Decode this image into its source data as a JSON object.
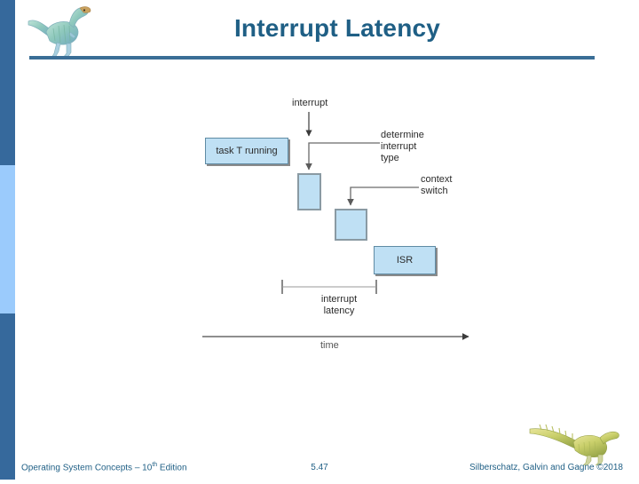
{
  "slide": {
    "title": "Interrupt Latency",
    "accent_color": "#1f5f85",
    "rule_color": "#3a6e96",
    "sidebar_dark_color": "#36699c",
    "sidebar_light_color": "#9bcbfc",
    "box_fill_color": "#bfe0f4"
  },
  "logos": {
    "top_left": "dinosaur-logo",
    "bottom_right": "dinosaur-logo"
  },
  "diagram": {
    "boxes": [
      {
        "id": "task",
        "label": "task T running"
      },
      {
        "id": "determine",
        "label": ""
      },
      {
        "id": "context",
        "label": ""
      },
      {
        "id": "isr",
        "label": "ISR"
      }
    ],
    "labels": {
      "interrupt": "interrupt",
      "determine_interrupt_type": "determine\ninterrupt\ntype",
      "context_switch": "context\nswitch",
      "interrupt_latency": "interrupt\nlatency",
      "time": "time"
    }
  },
  "footer": {
    "left_prefix": "Operating System Concepts – 10",
    "left_superscript": "th",
    "left_suffix": " Edition",
    "page_number": "5.47",
    "right": "Silberschatz, Galvin and Gagne ©2018"
  }
}
